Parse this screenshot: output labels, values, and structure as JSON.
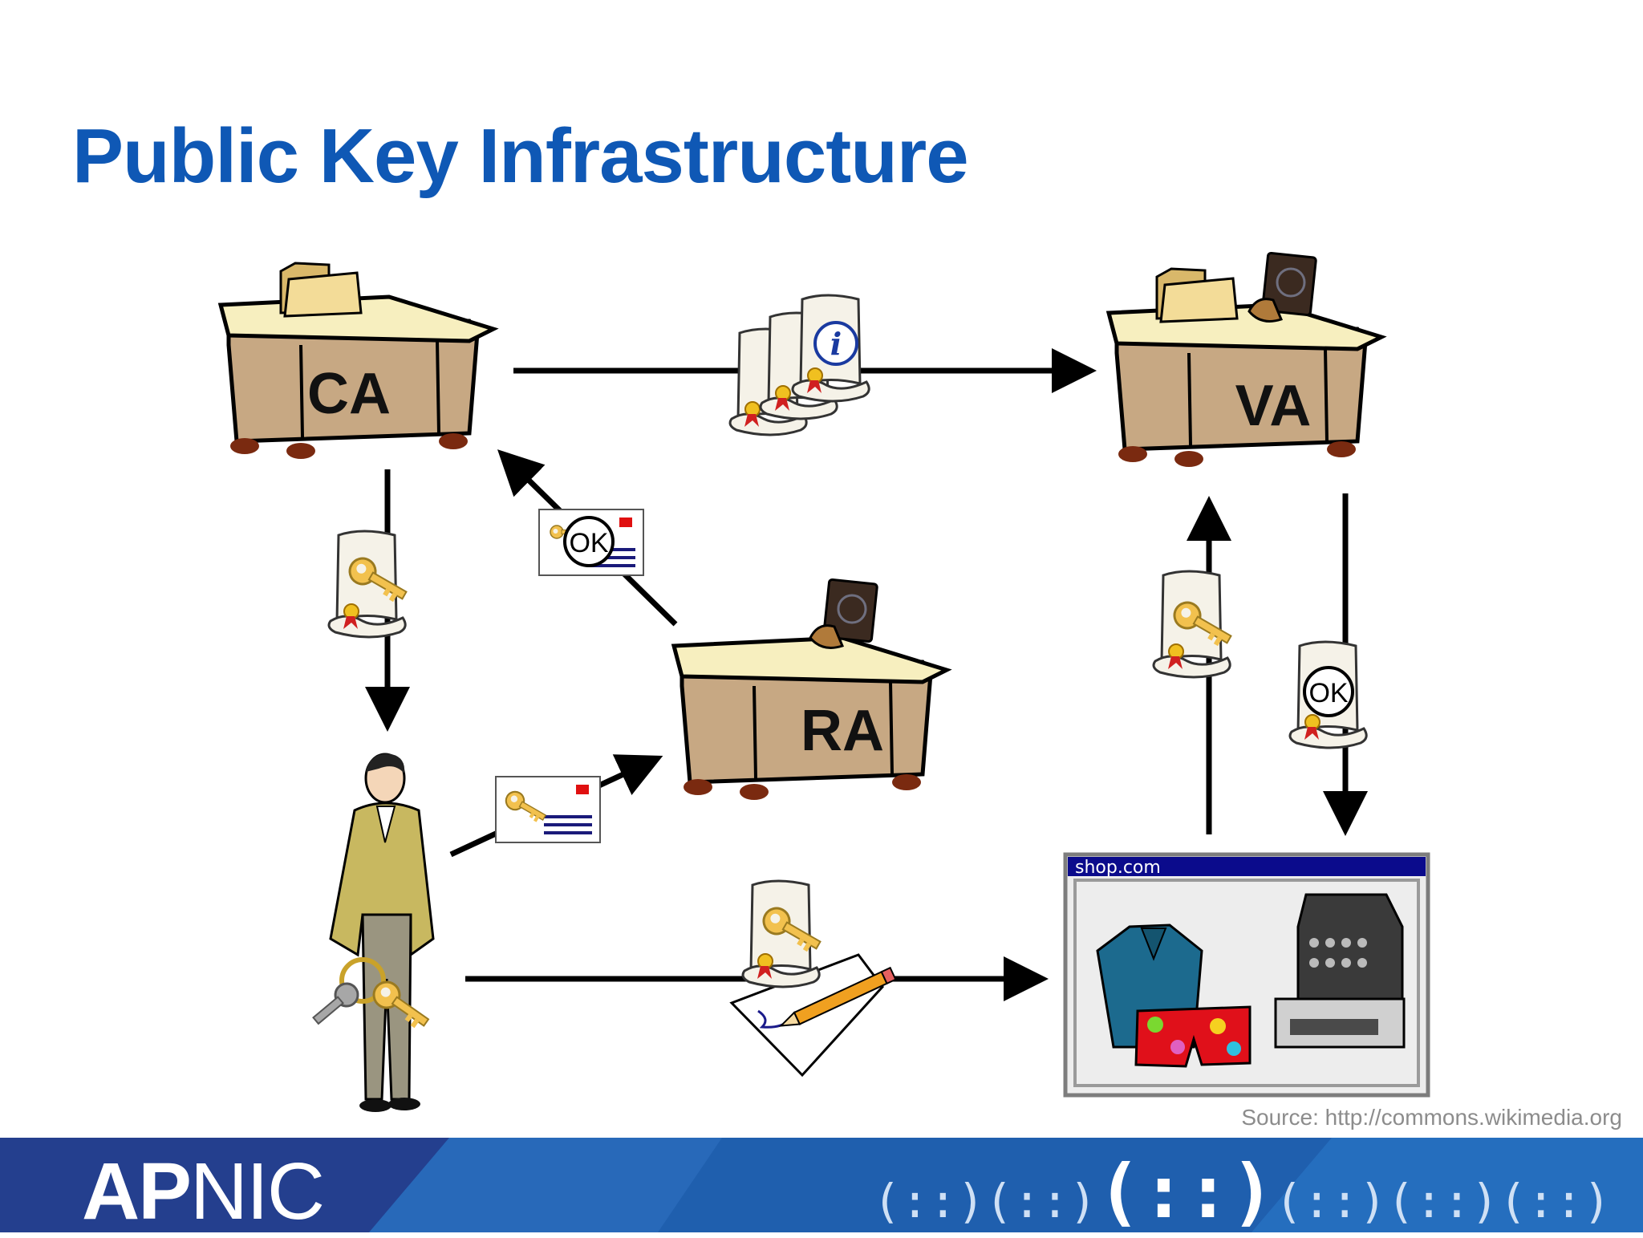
{
  "slide": {
    "title": "Public Key Infrastructure",
    "source": "Source: http://commons.wikimedia.org"
  },
  "diagram": {
    "nodes": {
      "ca": "CA",
      "va": "VA",
      "ra": "RA"
    },
    "shop_window_title": "shop.com",
    "badge_ok": "OK"
  },
  "footer": {
    "brand_bold": "AP",
    "brand_rest": "NIC",
    "logo_small_left": "(::)(::)",
    "logo_big": "(::)",
    "logo_small_right": "(::)(::)(::)",
    "colors": {
      "bar": "#1f5fae",
      "bar_dark": "#243f8e",
      "title": "#0f58b5"
    }
  }
}
